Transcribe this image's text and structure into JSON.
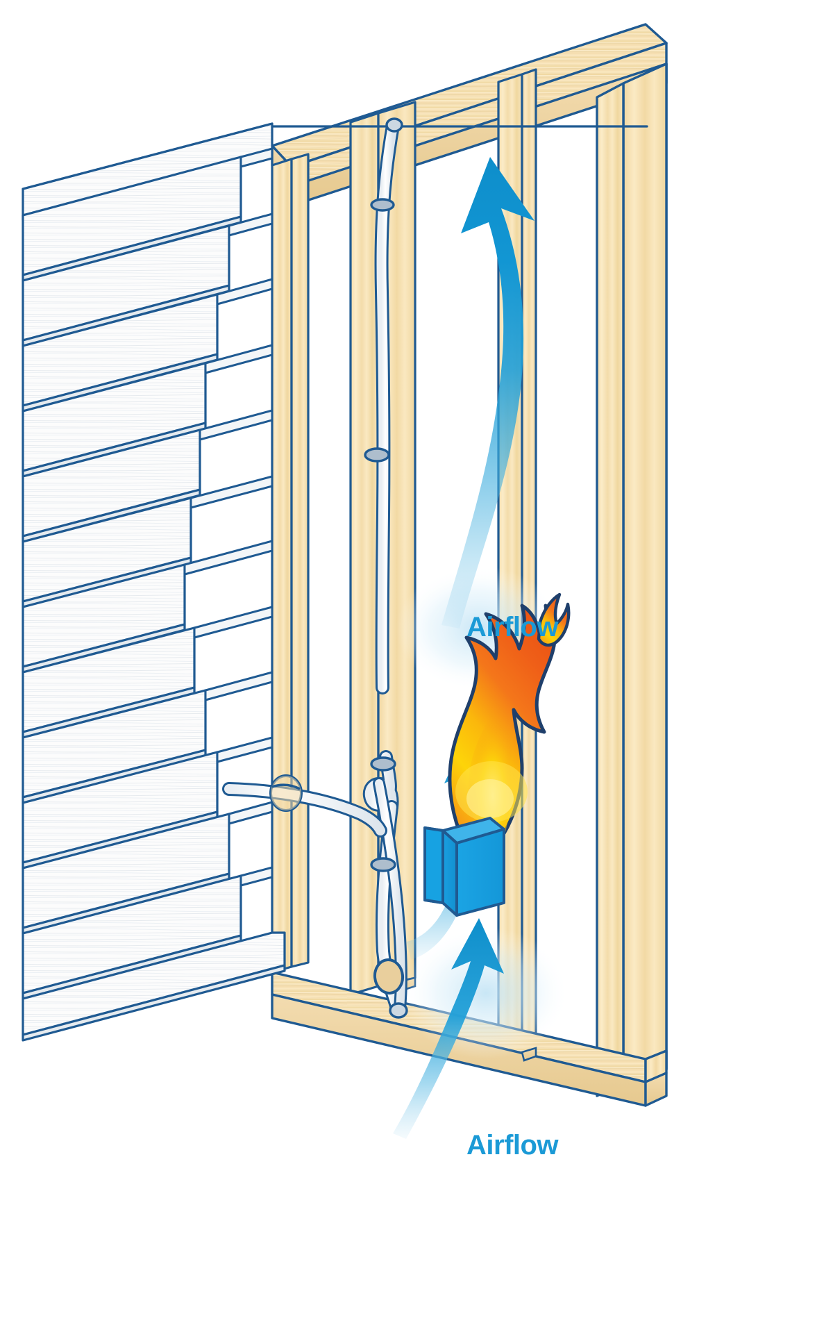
{
  "diagram": {
    "title": "Airflow through wall cavity around recessed electrical box",
    "background_color": "#ffffff",
    "outline_color": "#1f5a92",
    "wood_color": "#f7e2b4",
    "wood_shadow_color": "#e8cf9a",
    "siding_color": "#fbfbfb",
    "siding_shadow_color": "#eceff1",
    "airflow_blue": "#1b9ad6",
    "airflow_blue_light": "#d9eef9",
    "box_blue": "#16a0e0",
    "box_blue_dark": "#1189c4",
    "flame_orange": "#f26a1b",
    "flame_yellow": "#fcd116",
    "cable_white": "#fdfdfd"
  },
  "labels": {
    "airflow_top": "Airflow",
    "airflow_bottom": "Airflow"
  },
  "parts": {
    "siding": "lap-siding-boards",
    "top_plate": "top-plate",
    "bottom_plate": "bottom-plate",
    "stud_left": "corner-stud",
    "stud_middle": "center-stud",
    "stud_right": "right-stud",
    "corner_post": "right-corner-post",
    "electrical_box": "recessed-electrical-box",
    "flame": "flame",
    "cable": "electrical-cable",
    "cable_staples": "cable-staples",
    "wall_penetration": "cable-hole-through-stud"
  },
  "arrows": {
    "large_upper": "large-upward-airflow-arrow",
    "mid": "mid-upward-airflow-arrow",
    "lower": "lower-upward-airflow-arrow"
  },
  "siding_board_count": 13
}
